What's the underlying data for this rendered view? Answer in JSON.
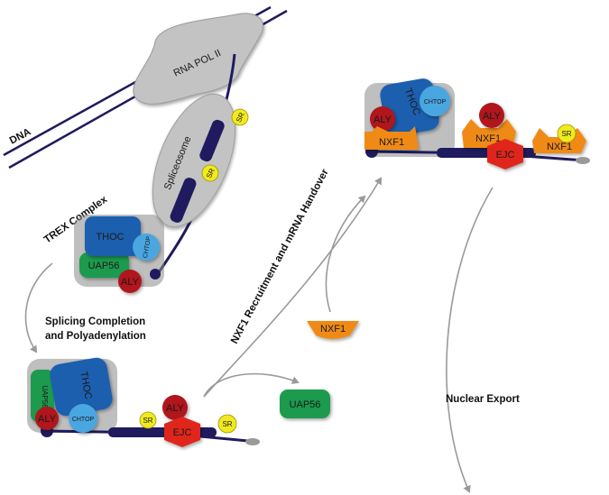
{
  "labels": {
    "dna": "DNA",
    "rna_pol": "RNA POL II",
    "spliceosome": "Spliceosome",
    "trex_complex": "TREX Complex",
    "splicing_line1": "Splicing Completion",
    "splicing_line2": "and Polyadenylation",
    "nxf1_recruitment": "NXF1 Recruitment and mRNA Handover",
    "nuclear_export": "Nuclear Export"
  },
  "proteins": {
    "thoc": "THOC",
    "chtop": "CHTOP",
    "uap56": "UAP56",
    "aly": "ALY",
    "sr": "SR",
    "ejc": "EJC",
    "nxf1": "NXF1"
  },
  "colors": {
    "thoc": "#1f5fae",
    "chtop": "#4aa6e0",
    "uap56": "#1f9a4e",
    "aly": "#b0121b",
    "sr": "#f0ea1e",
    "ejc": "#e0281e",
    "nxf1": "#f08a14",
    "rna": "#1f1b5e",
    "grey": "#c3c3c3"
  }
}
